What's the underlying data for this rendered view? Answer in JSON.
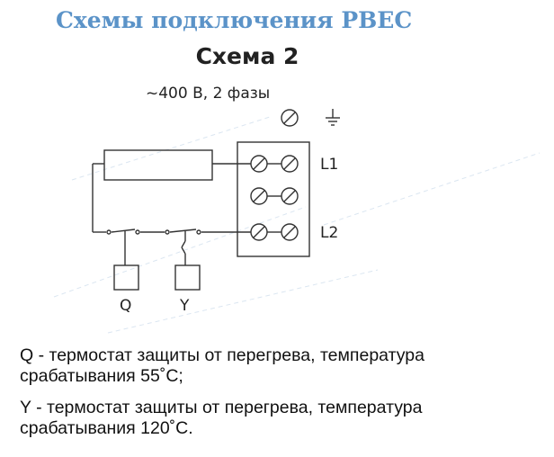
{
  "page_title": "Схемы подключения РВЕС",
  "scheme_title": "Схема 2",
  "supply": "~400 В, 2 фазы",
  "terminals": {
    "l1": "L1",
    "l2": "L2"
  },
  "thermostats": {
    "q": "Q",
    "y": "Y"
  },
  "legend": {
    "q_line1": "Q - термостат защиты от перегрева, температура",
    "q_line2": "срабатывания 55˚С;",
    "y_line1": "Y - термостат защиты от перегрева, температура",
    "y_line2": "срабатывания 120˚С."
  },
  "colors": {
    "title": "#5b93c8",
    "line": "#333333",
    "watermark": "#c9d9ea"
  }
}
